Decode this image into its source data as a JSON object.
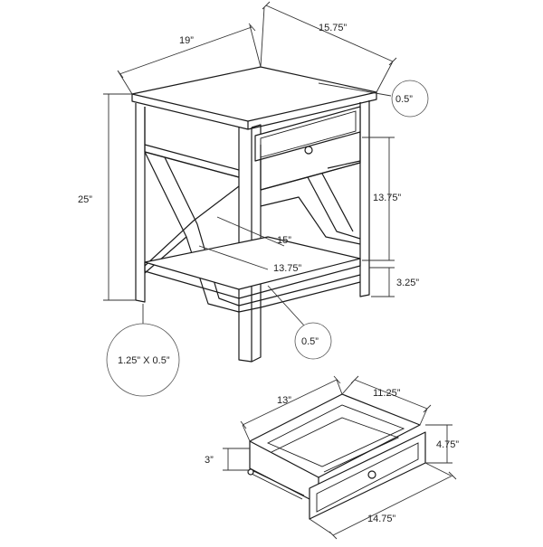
{
  "dimensions": {
    "width": "19”",
    "depth": "15.75”",
    "height": "25”",
    "top_thickness": "0.5”",
    "shelf_thickness": "0.5”",
    "leg_size": "1.25” X 0.5”",
    "opening_height": "13.75”",
    "inner_width": "15”",
    "inner_depth": "13.75”",
    "shelf_clearance": "3.25”"
  },
  "drawer": {
    "depth": "13”",
    "width": "11.25”",
    "front_height": "4.75”",
    "box_height": "3”",
    "front_width": "14.75”"
  },
  "colors": {
    "line": "#1a1a1a",
    "callout_border": "#555555"
  }
}
